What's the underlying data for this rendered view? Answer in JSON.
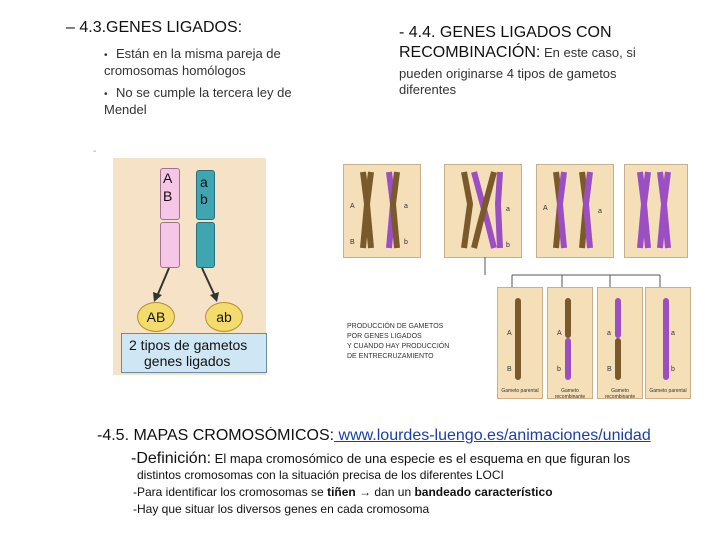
{
  "left_heading": "– 4.3.GENES LIGADOS:",
  "left_bullets": [
    "Están en la misma pareja de cromosomas homólogos",
    "No se cumple la tercera ley de Mendel"
  ],
  "right_heading_line1": "- 4.4. GENES LIGADOS CON",
  "right_heading_line2": "RECOMBINACIÓN:",
  "right_heading_tail": " En este caso, si",
  "right_text": "pueden originarse 4 tipos de gametos diferentes",
  "left_dash": "-",
  "fig1": {
    "chrom1_top": "A",
    "chrom1_bottom": "B",
    "chrom2_top": "a",
    "chrom2_bottom": "b",
    "gamete1": "AB",
    "gamete2": "ab",
    "box_line1": "2 tipos de gametos",
    "box_line2": "genes ligados"
  },
  "fig2": {
    "caption_lines": [
      "PRODUCCIÓN DE GAMETOS",
      "POR GENES LIGADOS",
      "Y CUANDO HAY PRODUCCIÓN",
      "DE ENTRECRUZAMIENTO"
    ],
    "gene_A": "A",
    "gene_a": "a",
    "gene_B": "B",
    "gene_b": "b",
    "gamete_labels": [
      "Gameto parental",
      "Gameto recombinante",
      "Gameto recombinante",
      "Gameto parental"
    ]
  },
  "section45_label": "-4.5. MAPAS CROMOSÓMICOS:",
  "section45_link": " www.lourdes-luengo.es/animaciones/unidad",
  "definition_label": "-Definición:",
  "definition_text": " El mapa cromosómico de una especie es el esquema en que figuran los",
  "definition_line2": "distintos cromosomas con la situación precisa de los diferentes LOCI",
  "line3_a": "-Para identificar los cromosomas se ",
  "line3_b": "tiñen",
  "line3_arrow": "→",
  "line3_c": " dan un ",
  "line3_d": "bandeado característico",
  "line4": "-Hay que situar los diversos genes en cada cromosoma",
  "colors": {
    "pink": "#f5c6e6",
    "teal": "#3fa5b0",
    "gamete_yellow": "#f4dc6c",
    "box_bg": "#cfe6f5",
    "brown": "#7a5a2a",
    "purple": "#9b4fc2",
    "panel": "#f4dfb8"
  }
}
